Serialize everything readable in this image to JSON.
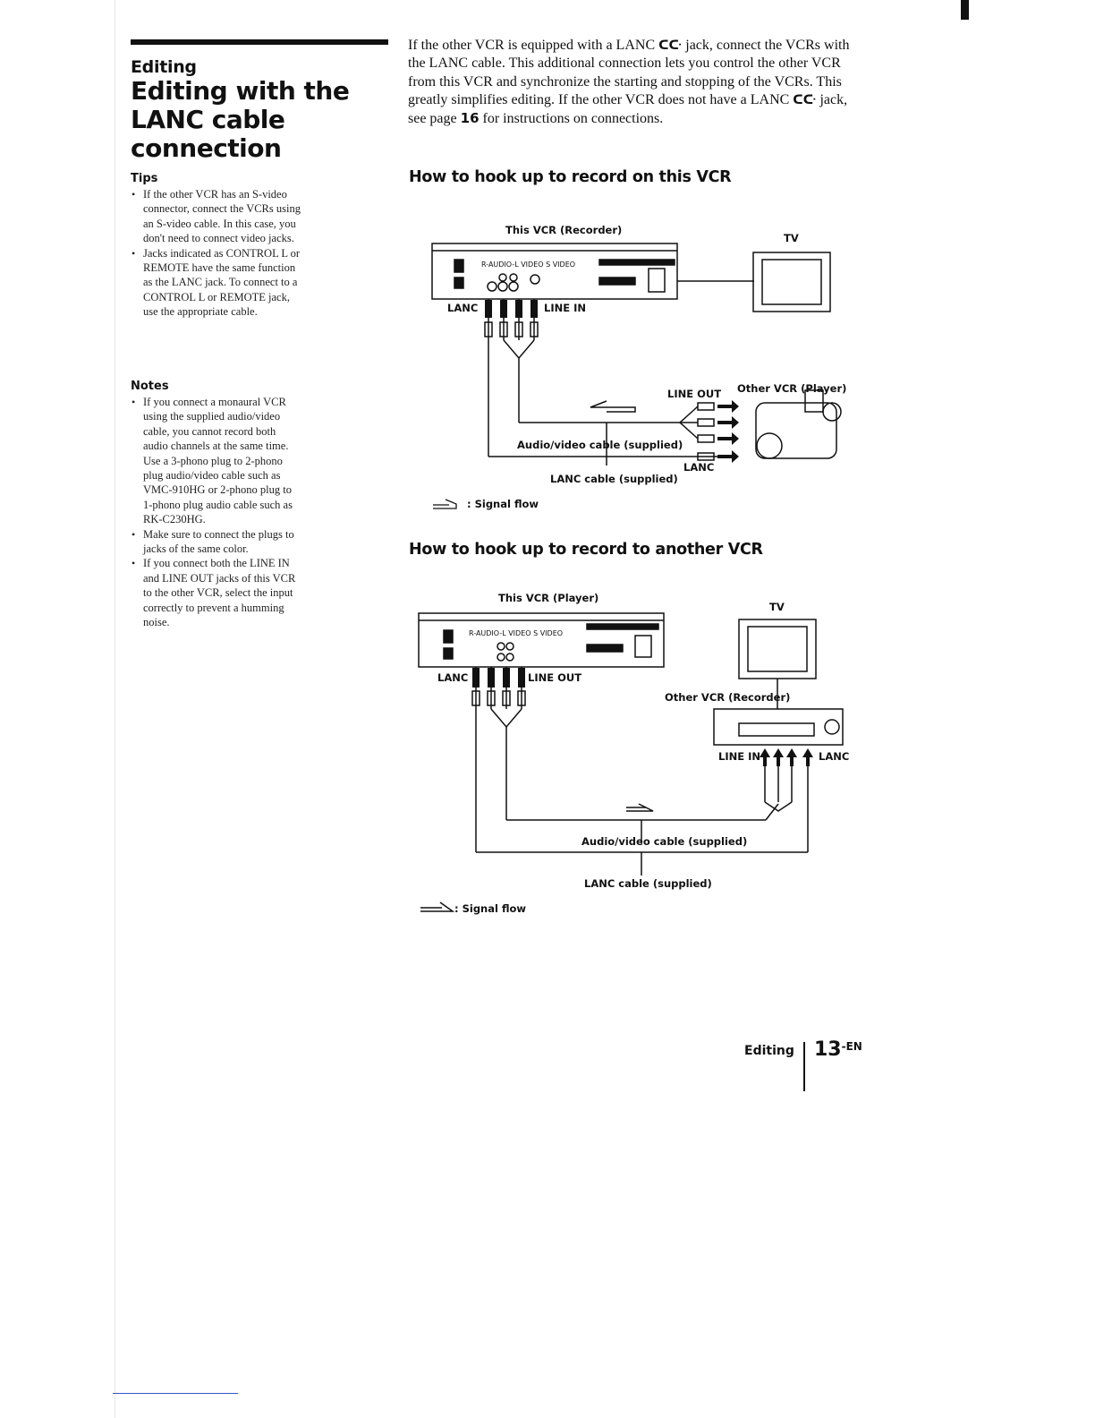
{
  "header": {
    "section": "Editing",
    "title": "Editing with the LANC cable connection"
  },
  "intro": {
    "part1": "If the other VCR is equipped with a LANC",
    "part2": "jack, connect the VCRs with the LANC cable. This additional connection lets you control the other VCR from this VCR and synchronize the starting and stopping of the VCRs. This greatly simplifies editing. If the other VCR does not have a LANC",
    "part3": "jack, see page",
    "page_ref": "16",
    "part4": "for instructions on connections."
  },
  "tips": {
    "heading": "Tips",
    "items": [
      "If the other VCR has an S-video connector, connect the VCRs using an S-video cable. In this case, you don't need to connect video jacks.",
      "Jacks indicated as CONTROL L or REMOTE have the same function as the LANC jack. To connect to a CONTROL L or REMOTE jack, use the appropriate cable."
    ]
  },
  "notes": {
    "heading": "Notes",
    "items": [
      "If you connect a monaural VCR using the supplied audio/video cable, you cannot record both audio channels at the same time. Use a 3-phono plug to 2-phono plug audio/video cable such as VMC-910HG or 2-phono plug to 1-phono plug audio cable such as RK-C230HG.",
      "Make sure to connect the plugs to jacks of the same color.",
      "If you connect both the LINE IN and LINE OUT jacks of this VCR to the other VCR, select the input correctly to prevent a humming noise."
    ]
  },
  "section1": {
    "heading": "How to hook up to record on this VCR",
    "this_vcr": "This VCR (Recorder)",
    "tv": "TV",
    "jack_labels": "R-AUDIO-L  VIDEO S VIDEO",
    "lanc": "LANC",
    "line_in": "LINE IN",
    "line_out": "LINE OUT",
    "other_vcr": "Other VCR (Player)",
    "av_cable": "Audio/video cable (supplied)",
    "lanc_cable": "LANC cable (supplied)",
    "other_lanc": "LANC",
    "signal_flow": ": Signal flow"
  },
  "section2": {
    "heading": "How to hook up to record to another VCR",
    "this_vcr": "This VCR (Player)",
    "tv": "TV",
    "jack_labels": "R-AUDIO-L  VIDEO S VIDEO",
    "lanc": "LANC",
    "line_out": "LINE OUT",
    "other_vcr": "Other VCR (Recorder)",
    "line_in": "LINE IN",
    "other_lanc": "LANC",
    "av_cable": "Audio/video cable (supplied)",
    "lanc_cable": "LANC cable (supplied)",
    "signal_flow": ": Signal flow"
  },
  "footer": {
    "section": "Editing",
    "page": "13",
    "suffix": "-EN"
  }
}
